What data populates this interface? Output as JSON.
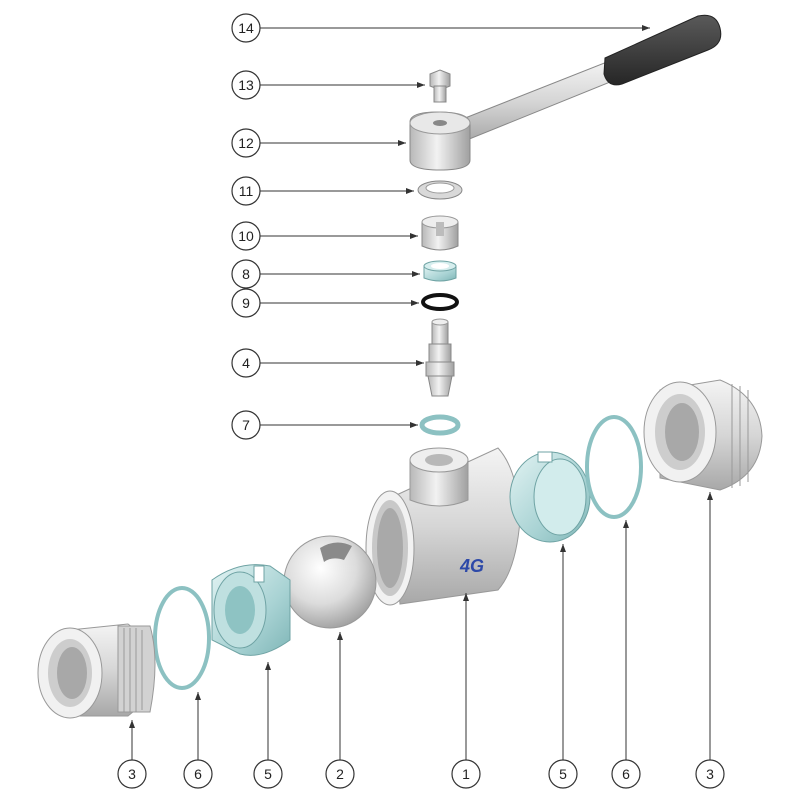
{
  "diagram": {
    "brand_mark": "4G",
    "callouts": [
      {
        "label": "14",
        "part": "handle-grip"
      },
      {
        "label": "13",
        "part": "handle-screw"
      },
      {
        "label": "12",
        "part": "handle-lever"
      },
      {
        "label": "11",
        "part": "stem-nut"
      },
      {
        "label": "10",
        "part": "stop-washer"
      },
      {
        "label": "8",
        "part": "stem-packing"
      },
      {
        "label": "9",
        "part": "stem-o-ring"
      },
      {
        "label": "4",
        "part": "stem"
      },
      {
        "label": "7",
        "part": "stem-thrust-washer"
      },
      {
        "label": "3",
        "part": "end-connector-left"
      },
      {
        "label": "6",
        "part": "end-o-ring-left"
      },
      {
        "label": "5",
        "part": "seat-left"
      },
      {
        "label": "2",
        "part": "ball"
      },
      {
        "label": "1",
        "part": "body"
      },
      {
        "label": "5",
        "part": "seat-right"
      },
      {
        "label": "6",
        "part": "end-o-ring-right"
      },
      {
        "label": "3",
        "part": "end-connector-right"
      }
    ]
  },
  "colors": {
    "metal_light": "#e6e6e6",
    "metal_mid": "#c4c4c4",
    "metal_dark": "#9a9a9a",
    "teal_light": "#c9e7e7",
    "teal_dark": "#8cc1c2",
    "grip": "#3a3a3a",
    "line": "#333333",
    "logo": "#2d49a8"
  }
}
